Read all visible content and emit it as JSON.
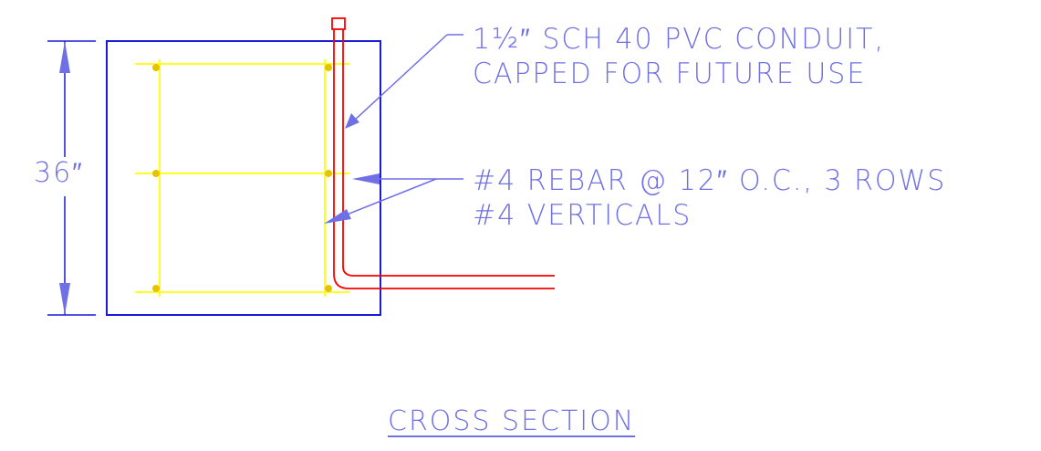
{
  "colors": {
    "outline": "#1a1ad9",
    "rebar": "#ffff00",
    "rebar_dot": "#e6c200",
    "conduit": "#ff0000",
    "annotation": "#6f6fe6"
  },
  "dimension": {
    "label": "36″"
  },
  "notes": {
    "conduit": {
      "line1": "1½″ SCH 40 PVC CONDUIT,",
      "line2": "CAPPED FOR FUTURE USE"
    },
    "rebar": {
      "line1": "#4 REBAR @ 12″ O.C., 3 ROWS",
      "line2": "#4 VERTICALS"
    }
  },
  "title": "CROSS SECTION"
}
